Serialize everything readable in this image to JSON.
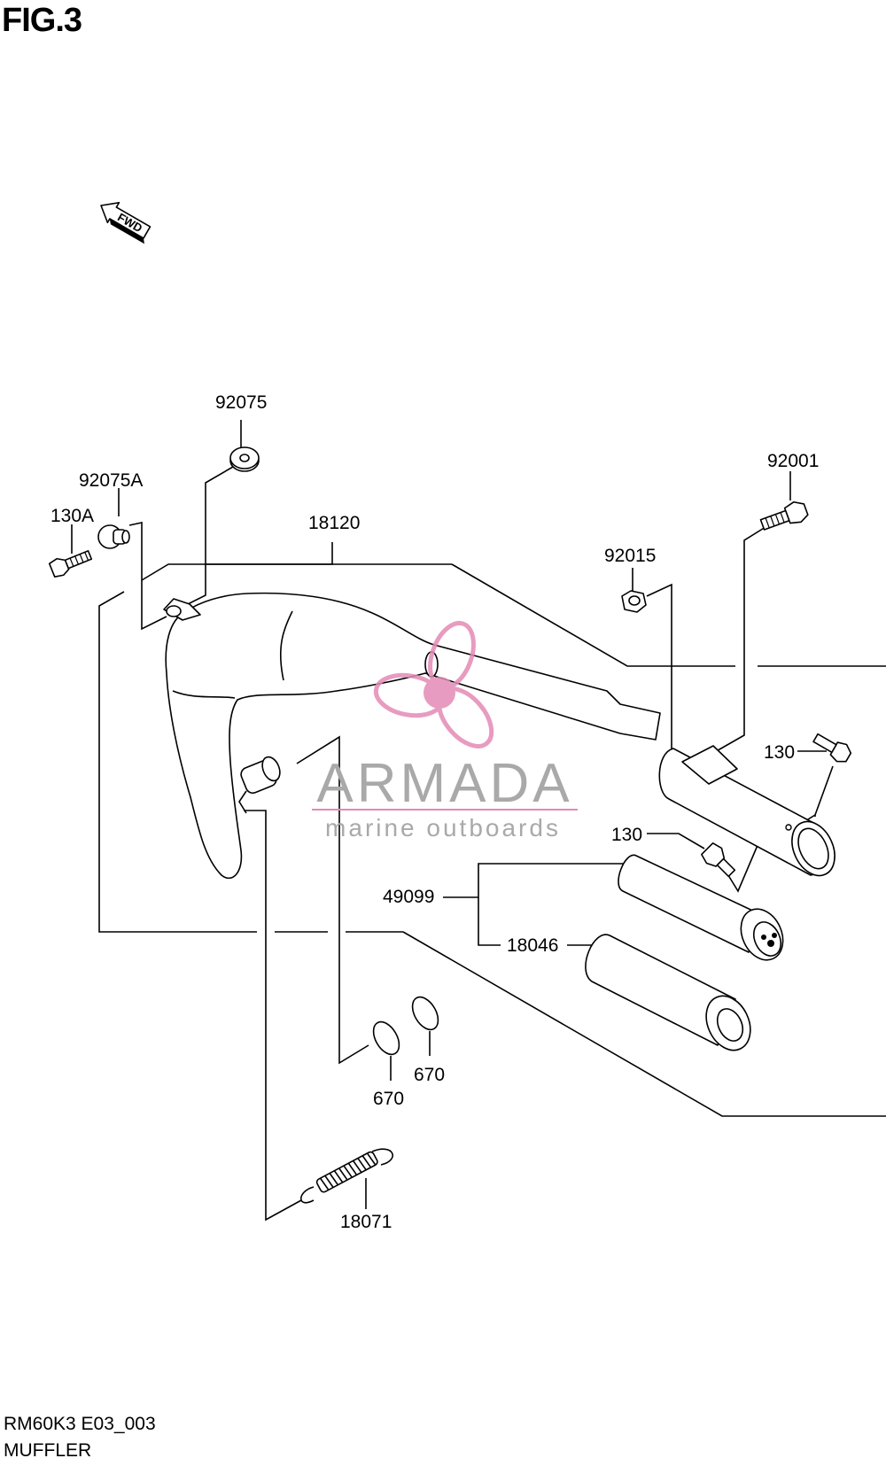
{
  "figure": {
    "title": "FIG.3",
    "code": "RM60K3 E03_003",
    "name": "MUFFLER"
  },
  "direction_arrow": {
    "label": "FWD",
    "icon": "fwd-arrow-icon"
  },
  "callouts": {
    "c92075": "92075",
    "c92075A": "92075A",
    "c130A": "130A",
    "c18120": "18120",
    "c92001": "92001",
    "c92015": "92015",
    "c130_upper": "130",
    "c130_lower": "130",
    "c49099": "49099",
    "c18046": "18046",
    "c670_left": "670",
    "c670_right": "670",
    "c18071": "18071"
  },
  "watermark": {
    "brand": "ARMADA",
    "tagline": "marine outboards",
    "logo_icon": "propeller-logo-icon",
    "color": "#e48ab6"
  }
}
